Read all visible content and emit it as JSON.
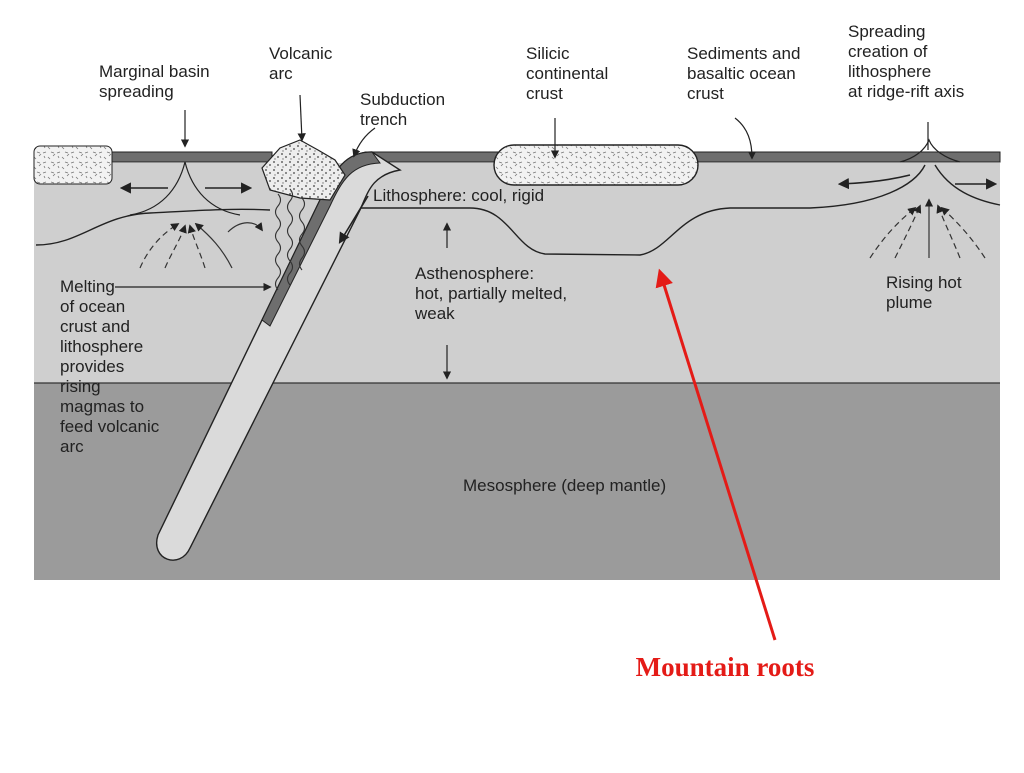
{
  "labels": {
    "marginal_basin": [
      "Marginal basin",
      "spreading"
    ],
    "volcanic_arc": [
      "Volcanic",
      "arc"
    ],
    "subduction_trench": [
      "Subduction",
      "trench"
    ],
    "silicic_crust": [
      "Silicic",
      "continental",
      "crust"
    ],
    "sediments": [
      "Sediments and",
      "basaltic ocean",
      "crust"
    ],
    "spreading": [
      "Spreading",
      "creation of",
      "lithosphere",
      "at ridge-rift axis"
    ],
    "lithosphere": "Lithosphere: cool, rigid",
    "asthenosphere": [
      "Asthenosphere:",
      "hot, partially melted,",
      "weak"
    ],
    "melting": [
      "Melting",
      "of ocean",
      "crust and",
      "lithosphere",
      "provides",
      "rising",
      "magmas to",
      "feed volcanic",
      "arc"
    ],
    "rising_plume": [
      "Rising hot",
      "plume"
    ],
    "mesosphere": "Mesosphere (deep mantle)"
  },
  "callout": {
    "text": "Mountain roots",
    "color": "#e41b17"
  },
  "colors": {
    "asthenosphere": "#cfcfcf",
    "mesosphere": "#9b9b9b",
    "crust_dark": "#6e6e6e",
    "slab": "#dadada"
  }
}
